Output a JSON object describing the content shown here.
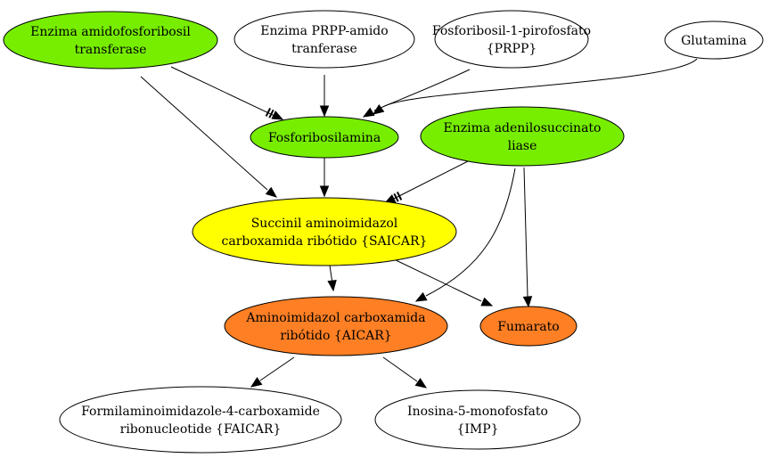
{
  "colors": {
    "green": "#77ee00",
    "yellow": "#ffff00",
    "orange": "#ff7f24",
    "white": "#ffffff"
  },
  "nodes": {
    "amidofosforibosil": {
      "lines": [
        "Enzima amidofosforibosil",
        "transferase"
      ],
      "color": "green"
    },
    "prpp_amido": {
      "lines": [
        "Enzima PRPP-amido",
        "tranferase"
      ],
      "color": "white"
    },
    "prpp": {
      "lines": [
        "Fosforibosil-1-pirofosfato",
        "{PRPP}"
      ],
      "color": "white"
    },
    "glutamina": {
      "lines": [
        "Glutamina"
      ],
      "color": "white"
    },
    "fosforibosilamina": {
      "lines": [
        "Fosforibosilamina"
      ],
      "color": "green"
    },
    "adenilosuccinato": {
      "lines": [
        "Enzima adenilosuccinato",
        "liase"
      ],
      "color": "green"
    },
    "saicar": {
      "lines": [
        "Succinil aminoimidazol",
        "carboxamida ribótido {SAICAR}"
      ],
      "color": "yellow"
    },
    "aicar": {
      "lines": [
        "Aminoimidazol carboxamida",
        "ribótido {AICAR}"
      ],
      "color": "orange"
    },
    "fumarato": {
      "lines": [
        "Fumarato"
      ],
      "color": "orange"
    },
    "faicar": {
      "lines": [
        "Formilaminoimidazole-4-carboxamide",
        "ribonucleotide {FAICAR}"
      ],
      "color": "white"
    },
    "imp": {
      "lines": [
        "Inosina-5-monofosfato",
        "{IMP}"
      ],
      "color": "white"
    }
  },
  "edges": [
    {
      "from": "amidofosforibosil",
      "to": "fosforibosilamina",
      "style": "inhibit"
    },
    {
      "from": "prpp_amido",
      "to": "fosforibosilamina",
      "style": "normal"
    },
    {
      "from": "prpp",
      "to": "fosforibosilamina",
      "style": "normal"
    },
    {
      "from": "glutamina",
      "to": "fosforibosilamina",
      "style": "normal"
    },
    {
      "from": "amidofosforibosil",
      "to": "saicar",
      "style": "normal"
    },
    {
      "from": "fosforibosilamina",
      "to": "saicar",
      "style": "normal"
    },
    {
      "from": "adenilosuccinato",
      "to": "saicar",
      "style": "inhibit"
    },
    {
      "from": "saicar",
      "to": "aicar",
      "style": "normal"
    },
    {
      "from": "saicar",
      "to": "fumarato",
      "style": "normal"
    },
    {
      "from": "adenilosuccinato",
      "to": "aicar",
      "style": "normal"
    },
    {
      "from": "adenilosuccinato",
      "to": "fumarato",
      "style": "normal"
    },
    {
      "from": "aicar",
      "to": "faicar",
      "style": "normal"
    },
    {
      "from": "aicar",
      "to": "imp",
      "style": "normal"
    }
  ]
}
